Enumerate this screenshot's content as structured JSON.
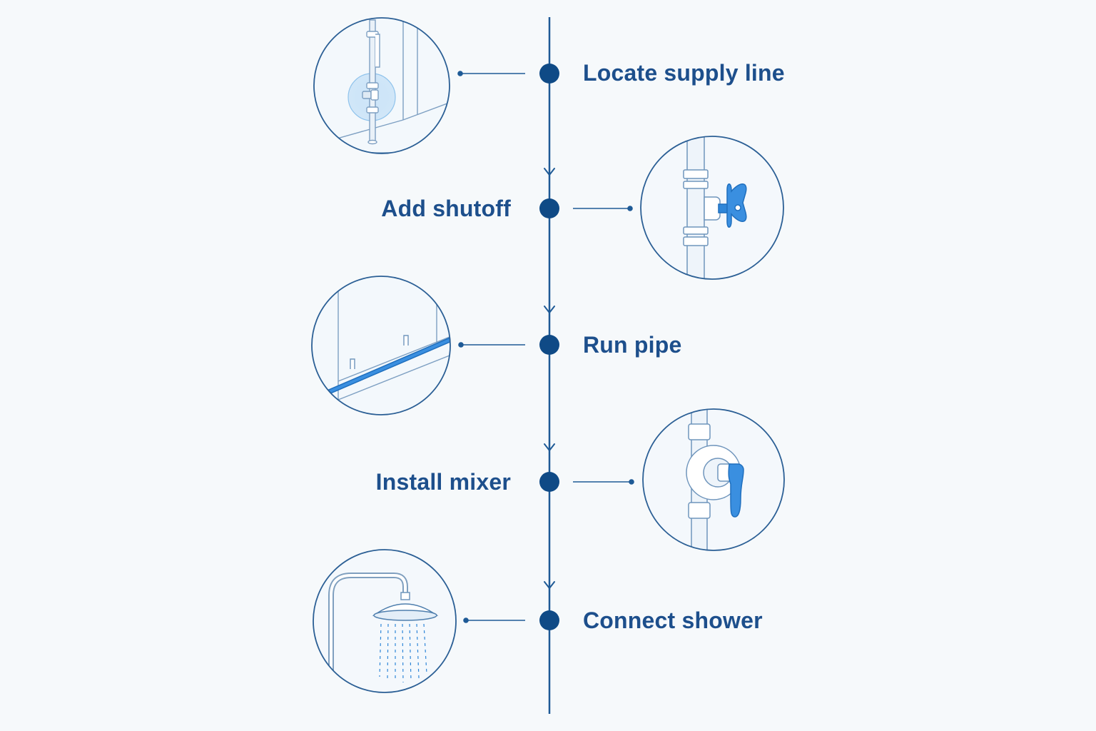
{
  "steps": [
    {
      "label": "Locate supply line",
      "icon": "wall-supply-pipe-icon",
      "side": "left"
    },
    {
      "label": "Add shutoff",
      "icon": "shutoff-valve-icon",
      "side": "right"
    },
    {
      "label": "Run pipe",
      "icon": "wall-pipe-run-icon",
      "side": "left"
    },
    {
      "label": "Install mixer",
      "icon": "mixer-valve-icon",
      "side": "right"
    },
    {
      "label": "Connect shower",
      "icon": "shower-head-icon",
      "side": "left"
    }
  ],
  "colors": {
    "line": "#1e5a96",
    "node": "#0f4a86",
    "label": "#1d4f8c",
    "accent": "#2f86d8",
    "pipe": "#6f95bc",
    "background": "#f6f9fb"
  }
}
